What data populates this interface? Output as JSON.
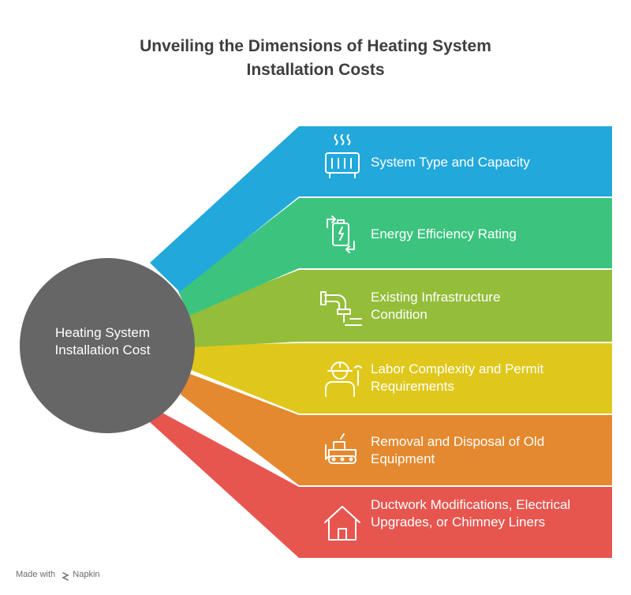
{
  "title": {
    "line1": "Unveiling the Dimensions of Heating System",
    "line2": "Installation Costs"
  },
  "center": {
    "line1": "Heating System",
    "line2": "Installation Cost",
    "color": "#666666"
  },
  "branches": [
    {
      "label": "System Type and Capacity",
      "icon": "radiator-icon",
      "color": "#23a8dc"
    },
    {
      "label": "Energy Efficiency Rating",
      "icon": "battery-cycle-icon",
      "color": "#3cc47f"
    },
    {
      "label": "Existing Infrastructure Condition",
      "icon": "pipe-icon",
      "color": "#94bd3a"
    },
    {
      "label": "Labor Complexity and Permit Requirements",
      "icon": "worker-icon",
      "color": "#dfc81b"
    },
    {
      "label": "Removal and Disposal of Old Equipment",
      "icon": "bulldozer-icon",
      "color": "#e4892f"
    },
    {
      "label": "Ductwork Modifications, Electrical Upgrades, or Chimney Liners",
      "icon": "house-icon",
      "color": "#e6564f"
    }
  ],
  "footer": {
    "made_with": "Made with",
    "brand": "Napkin"
  }
}
